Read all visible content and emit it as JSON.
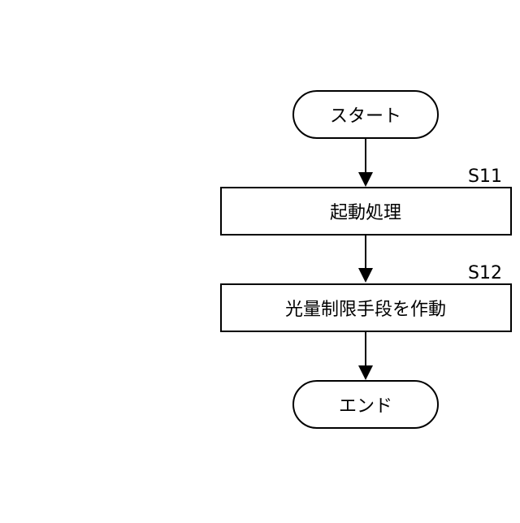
{
  "flowchart": {
    "start_label": "スタート",
    "steps": [
      {
        "id": "S11",
        "label": "起動処理"
      },
      {
        "id": "S12",
        "label": "光量制限手段を作動"
      }
    ],
    "end_label": "エンド"
  }
}
